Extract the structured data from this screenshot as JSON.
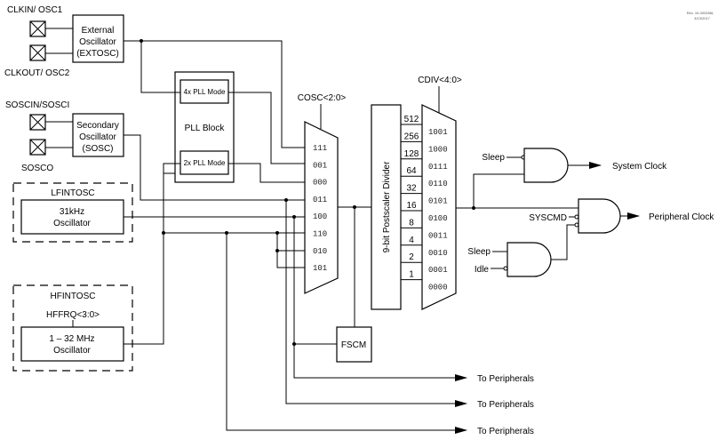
{
  "revision": {
    "line1": "Rev. 10-000286L",
    "line2": "3/13/2017"
  },
  "pins": {
    "clkin": "CLKIN/ OSC1",
    "clkout": "CLKOUT/ OSC2",
    "sosci": "SOSCIN/SOSCI",
    "sosco": "SOSCO"
  },
  "blocks": {
    "extosc": [
      "External",
      "Oscillator",
      "(EXTOSC)"
    ],
    "sosc": [
      "Secondary",
      "Oscillator",
      "(SOSC)"
    ],
    "lfintosc": {
      "title": "LFINTOSC",
      "lines": [
        "31kHz",
        "Oscillator"
      ]
    },
    "hfintosc": {
      "title": "HFINTOSC",
      "control": "HFFRQ<3:0>",
      "lines": [
        "1 – 32 MHz",
        "Oscillator"
      ]
    },
    "pll": {
      "title": "PLL Block",
      "mode4x": "4x PLL Mode",
      "mode2x": "2x PLL Mode"
    },
    "fscm": "FSCM",
    "postscaler": "9-bit Postscaler Divider"
  },
  "cosc_mux": {
    "select": "COSC<2:0>",
    "inputs": [
      "111",
      "001",
      "000",
      "011",
      "100",
      "110",
      "010",
      "101"
    ]
  },
  "cdiv_mux": {
    "select": "CDIV<4:0>",
    "dividers": [
      "512",
      "256",
      "128",
      "64",
      "32",
      "16",
      "8",
      "4",
      "2",
      "1"
    ],
    "codes": [
      "1001",
      "1000",
      "0111",
      "0110",
      "0101",
      "0100",
      "0011",
      "0010",
      "0001",
      "0000"
    ]
  },
  "gates": {
    "sleep1": "Sleep",
    "system_clock": "System Clock",
    "syscmd": "SYSCMD",
    "peripheral_clock": "Peripheral Clock",
    "sleep2": "Sleep",
    "idle": "Idle"
  },
  "outputs": [
    "To Peripherals",
    "To Peripherals",
    "To Peripherals"
  ]
}
